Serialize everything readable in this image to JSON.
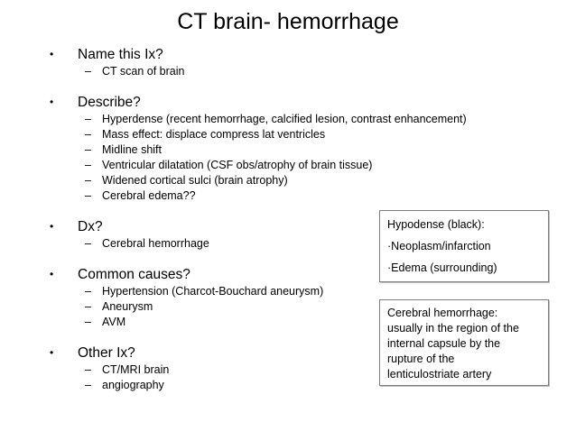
{
  "slide": {
    "title": "CT brain- hemorrhage",
    "background_color": "#ffffff",
    "text_color": "#000000",
    "bullet_glyph": "•",
    "dash_glyph": "–",
    "groups": [
      {
        "heading": "Name this Ix?",
        "items": [
          "CT scan of brain"
        ]
      },
      {
        "heading": "Describe?",
        "items": [
          "Hyperdense (recent hemorrhage, calcified lesion, contrast enhancement)",
          "Mass effect: displace compress lat ventricles",
          "Midline shift",
          "Ventricular dilatation (CSF obs/atrophy of brain tissue)",
          "Widened cortical sulci (brain atrophy)",
          "Cerebral edema??"
        ]
      },
      {
        "heading": "Dx?",
        "items": [
          "Cerebral hemorrhage"
        ]
      },
      {
        "heading": "Common causes?",
        "items": [
          "Hypertension (Charcot-Bouchard aneurysm)",
          "Aneurysm",
          "AVM"
        ]
      },
      {
        "heading": "Other Ix?",
        "items": [
          "CT/MRI brain",
          "angiography"
        ]
      }
    ]
  },
  "callouts": {
    "hypodense": {
      "border_color": "#7f7f7f",
      "lines": [
        "Hypodense (black):",
        "·Neoplasm/infarction",
        "·Edema (surrounding)"
      ]
    },
    "hemorrhage": {
      "border_color": "#7f7f7f",
      "lines": [
        "Cerebral hemorrhage:",
        "usually in the region of the",
        "internal capsule by the",
        "rupture of the",
        "lenticulostriate artery"
      ]
    }
  }
}
